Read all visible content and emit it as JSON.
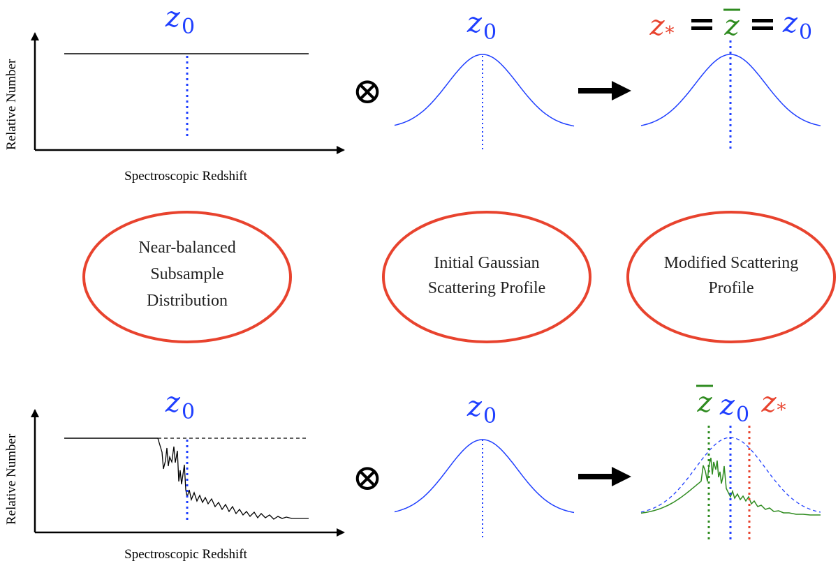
{
  "colors": {
    "blue": "#1f3fff",
    "red": "#e8432e",
    "green": "#2e8b1f",
    "black": "#000000"
  },
  "axes": {
    "ylabel": "Relative Number",
    "xlabel": "Spectroscopic Redshift"
  },
  "symbols": {
    "z0": "z",
    "z0_sub": "0",
    "zstar": "z",
    "zstar_sub": "*",
    "zbar": "z",
    "equals": "=",
    "convolve": "⊗"
  },
  "ellipses": [
    {
      "line1": "Near-balanced",
      "line2": "Subsample",
      "line3": "Distribution"
    },
    {
      "line1": "Initial Gaussian",
      "line2": "Scattering Profile",
      "line3": ""
    },
    {
      "line1": "Modified Scattering",
      "line2": "Profile",
      "line3": ""
    }
  ]
}
